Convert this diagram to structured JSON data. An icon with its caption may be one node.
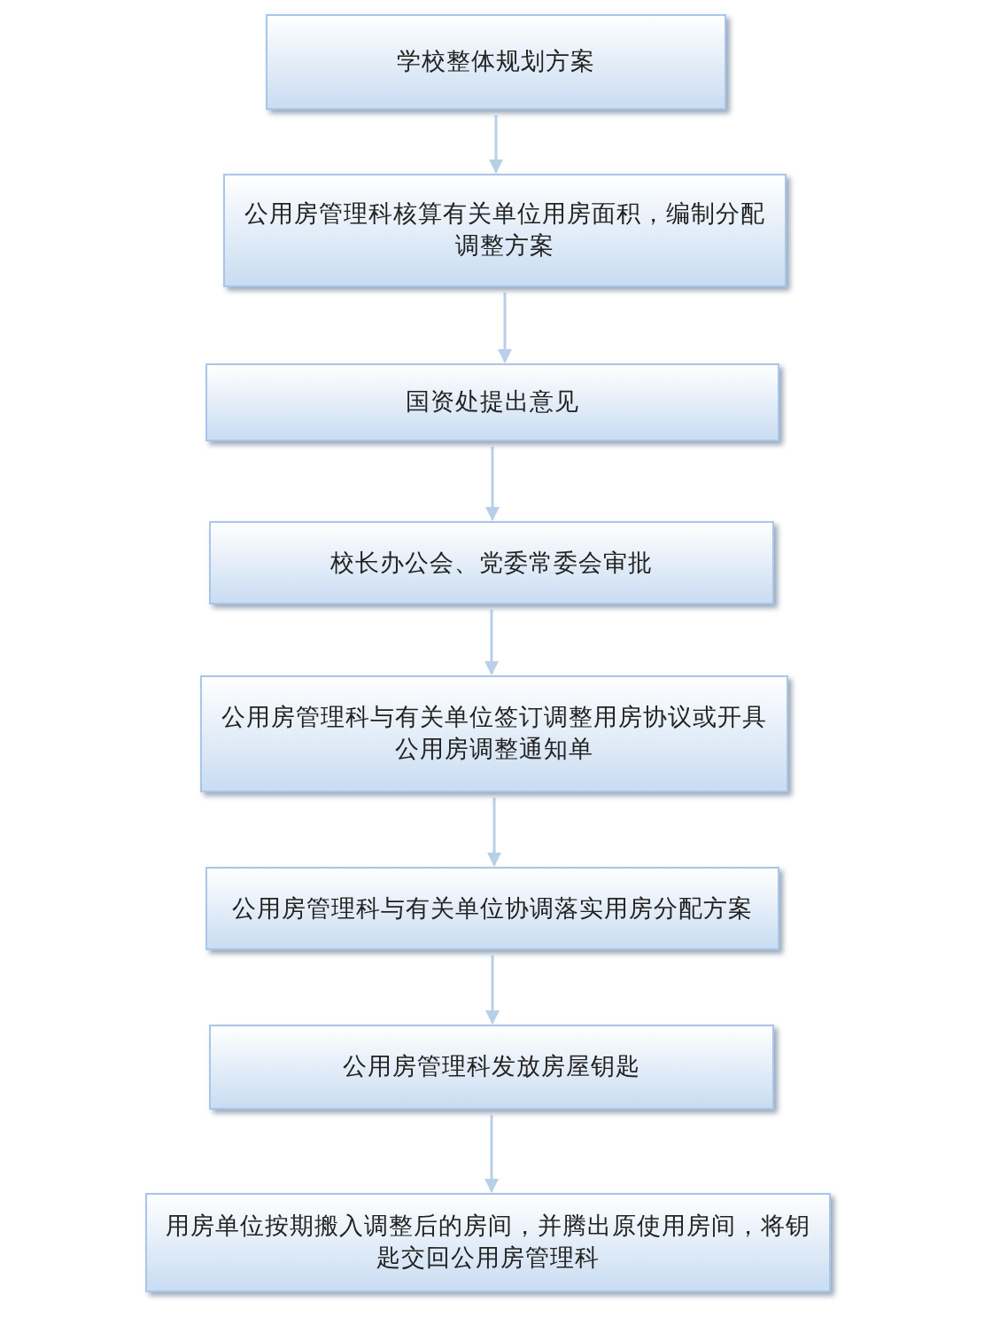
{
  "diagram": {
    "nodes": [
      {
        "text": [
          "学校整体规划方案"
        ]
      },
      {
        "text": [
          "公用房管理科核算有关单位用房面积，编制分配调整方案"
        ]
      },
      {
        "text": [
          "国资处提出意见"
        ]
      },
      {
        "text": [
          "校长办公会、党委常委会审批"
        ]
      },
      {
        "text": [
          "公用房管理科与有关单位签订调整用房协议或开具公用房调整通知单"
        ]
      },
      {
        "text": [
          "公用房管理科与有关单位协调落实用房分配方案"
        ]
      },
      {
        "text": [
          "公用房管理科发放房屋钥匙"
        ]
      },
      {
        "text": [
          "用房单位按期搬入调整后的房间，并腾出原使用房间，将钥匙交回公用房管理科"
        ]
      }
    ],
    "edges": [
      {
        "from": 0,
        "to": 1,
        "arrow": "to"
      },
      {
        "from": 1,
        "to": 2,
        "arrow": "to"
      },
      {
        "from": 2,
        "to": 3,
        "arrow": "to"
      },
      {
        "from": 3,
        "to": 4,
        "arrow": "to"
      },
      {
        "from": 4,
        "to": 5,
        "arrow": "to"
      },
      {
        "from": 5,
        "to": 6,
        "arrow": "to"
      },
      {
        "from": 6,
        "to": 7,
        "arrow": "to"
      }
    ]
  }
}
